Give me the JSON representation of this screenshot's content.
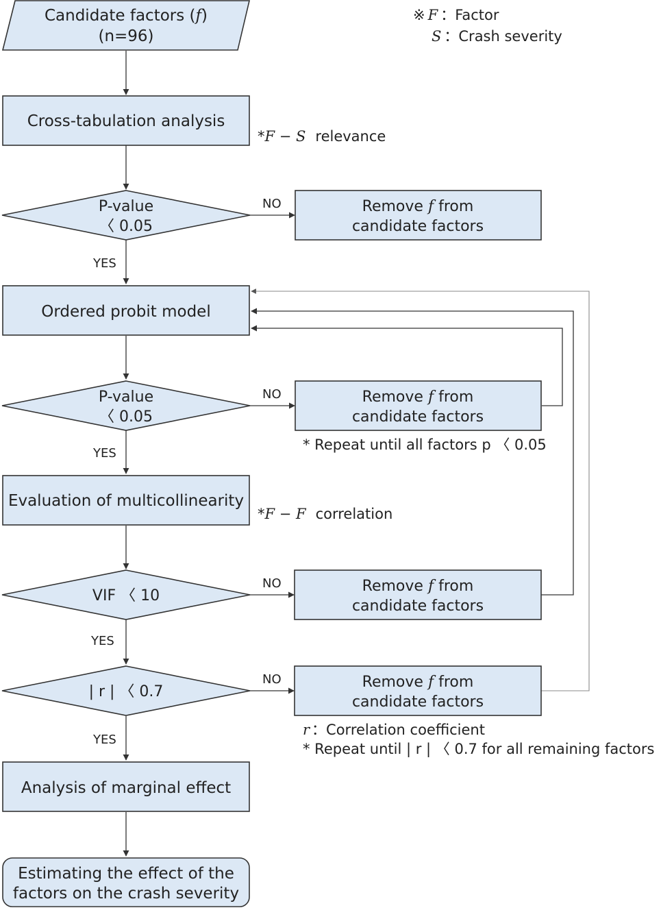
{
  "legend": {
    "symbol": "※",
    "line1_var": "F",
    "line1_sep": "：",
    "line1_text": "Factor",
    "line2_var": "S",
    "line2_sep": "：",
    "line2_text": "Crash severity"
  },
  "nodes": {
    "start": {
      "line1_pre": "Candidate factors (",
      "line1_var": "f",
      "line1_post": ")",
      "line2": "(n=96)"
    },
    "crosstab": {
      "label": "Cross-tabulation analysis"
    },
    "pvalue1": {
      "line1": "P-value",
      "line2": "〈 0.05"
    },
    "remove1": {
      "line1_pre": "Remove ",
      "line1_var": "f",
      "line1_post": " from",
      "line2": "candidate factors"
    },
    "probit": {
      "label": "Ordered probit model"
    },
    "pvalue2": {
      "line1": "P-value",
      "line2": "〈 0.05"
    },
    "remove2": {
      "line1_pre": "Remove ",
      "line1_var": "f",
      "line1_post": " from",
      "line2": "candidate factors"
    },
    "multicol": {
      "label": "Evaluation of multicollinearity"
    },
    "vif": {
      "label": "VIF 〈 10"
    },
    "remove3": {
      "line1_pre": "Remove ",
      "line1_var": "f",
      "line1_post": " from",
      "line2": "candidate factors"
    },
    "corr": {
      "label": "| r |  〈  0.7"
    },
    "remove4": {
      "line1_pre": "Remove ",
      "line1_var": "f",
      "line1_post": " from",
      "line2": "candidate factors"
    },
    "marginal": {
      "label": "Analysis of marginal effect"
    },
    "end": {
      "line1": "Estimating the effect of the",
      "line2": "factors on the crash severity"
    }
  },
  "notes": {
    "fs_relevance": {
      "star": "*",
      "expr": "F − S",
      "text": "relevance"
    },
    "ff_correlation": {
      "star": "*",
      "expr": "F − F",
      "text": "correlation"
    },
    "repeat_p": "* Repeat until all factors p 〈 0.05",
    "r_def_var": "r",
    "r_def_text": "：Correlation coefficient",
    "repeat_r": "* Repeat until  | r |  〈 0.7 for all remaining factors"
  },
  "edge_labels": {
    "no": "NO",
    "yes": "YES"
  }
}
